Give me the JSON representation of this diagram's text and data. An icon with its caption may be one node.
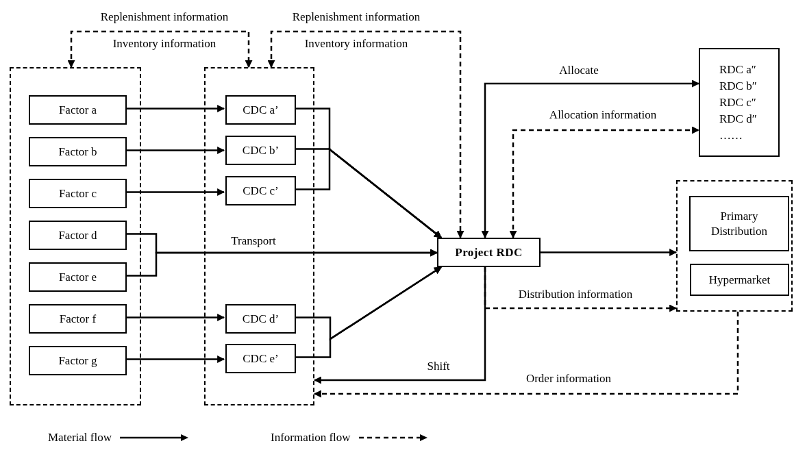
{
  "diagram": {
    "nodes": [
      {
        "text": [],
        "shape": "box"
      },
      {
        "text": [
          "Factor a"
        ],
        "in": 0
      },
      {
        "text": [
          "Factor b"
        ],
        "in": 0
      },
      {
        "text": [
          "Factor c"
        ],
        "in": 0
      },
      {
        "text": [
          "Factor d"
        ],
        "in": 0
      },
      {
        "text": [
          "Factor e"
        ],
        "in": 0
      },
      {
        "text": [
          "Factor f"
        ],
        "in": 0
      },
      {
        "text": [
          "Factor g"
        ],
        "in": 0
      },
      {
        "text": [],
        "shape": "box"
      },
      {
        "text": [
          "CDC a’"
        ],
        "in": 8
      },
      {
        "text": [
          "CDC b’"
        ],
        "in": 8
      },
      {
        "text": [
          "CDC c’"
        ],
        "in": 8
      },
      {
        "text": [
          "CDC d’"
        ],
        "in": 8
      },
      {
        "text": [
          "CDC e’"
        ],
        "in": 8
      },
      {
        "text": [
          "Project RDC"
        ]
      },
      {
        "text": [
          "RDC a″",
          "RDC b″",
          "RDC c″",
          "RDC d″",
          "……"
        ]
      },
      {
        "text": [],
        "shape": "box"
      },
      {
        "text": [
          "Primary Distribution"
        ],
        "in": 16
      },
      {
        "text": [
          "Hypermarket"
        ],
        "in": 16
      }
    ],
    "edges": [
      {
        "from": 0,
        "to": 8,
        "arrow": "both",
        "style": "dashed",
        "label": "Replenishment information"
      },
      {
        "from": 8,
        "to": 14,
        "arrow": "both",
        "style": "dashed",
        "label": "Replenishment information"
      },
      {
        "from": 1,
        "to": 9,
        "arrow": "to"
      },
      {
        "from": 2,
        "to": 10,
        "arrow": "to"
      },
      {
        "from": 3,
        "to": 11,
        "arrow": "to"
      },
      {
        "from": 4,
        "to": 14,
        "arrow": "to",
        "label": "Transport"
      },
      {
        "from": 5,
        "to": 14,
        "arrow": "to"
      },
      {
        "from": 9,
        "to": 14,
        "arrow": "to"
      },
      {
        "from": 10,
        "to": 14,
        "arrow": "to"
      },
      {
        "from": 11,
        "to": 14,
        "arrow": "to"
      },
      {
        "from": 12,
        "to": 14,
        "arrow": "to"
      },
      {
        "from": 13,
        "to": 14,
        "arrow": "to"
      },
      {
        "from": 6,
        "to": 12,
        "arrow": "to"
      },
      {
        "from": 7,
        "to": 13,
        "arrow": "to"
      },
      {
        "from": 14,
        "to": 15,
        "arrow": "both",
        "label": "Allocate"
      },
      {
        "from": 14,
        "to": 15,
        "arrow": "both",
        "style": "dashed",
        "label": "Allocation information"
      },
      {
        "from": 14,
        "to": 16,
        "arrow": "to"
      },
      {
        "from": 14,
        "to": 16,
        "arrow": "to",
        "style": "dashed",
        "label": "Distribution information"
      },
      {
        "from": 14,
        "to": 8,
        "arrow": "to",
        "label": "Shift"
      },
      {
        "from": 16,
        "to": 8,
        "arrow": "to",
        "style": "dashed",
        "label": "Order information"
      }
    ],
    "labels": [
      "Inventory information",
      "Inventory information"
    ],
    "legend": [
      {
        "text": "Material flow"
      },
      {
        "text": "Information flow"
      }
    ]
  }
}
